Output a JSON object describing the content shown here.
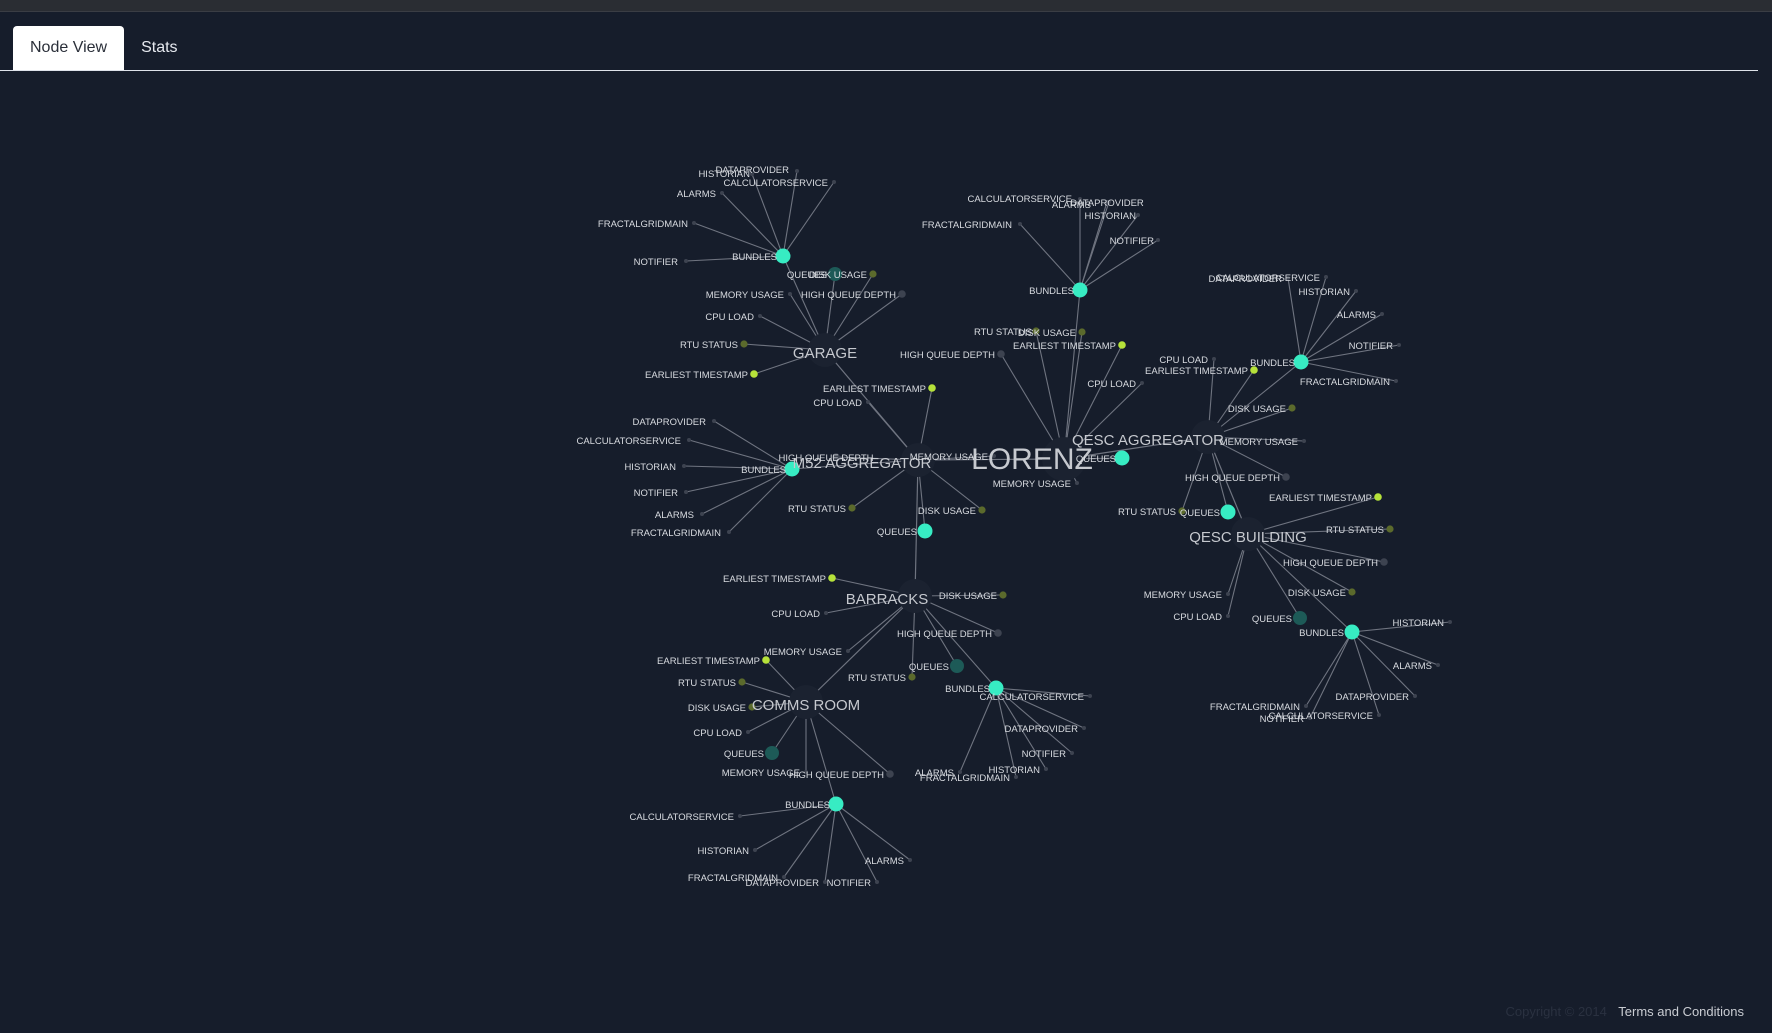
{
  "tabs": [
    {
      "label": "Node View",
      "active": true
    },
    {
      "label": "Stats",
      "active": false
    }
  ],
  "footer": {
    "copyright": "Copyright © 2014",
    "terms": "Terms and Conditions"
  },
  "colors": {
    "background": "#161d2b",
    "link": "#6f7480",
    "node_cyan": "#37ecc3",
    "node_teal": "#1d5a57",
    "node_green": "#b6e23a",
    "node_olive": "#5b6a2c",
    "node_gray": "#3d4350",
    "hub": "#1b2230",
    "label": "#d8dbe0",
    "hub_label": "#c6c9cf"
  },
  "graph": {
    "hubs": [
      {
        "id": "lorenz",
        "label": "LORENZ",
        "size": "xl"
      },
      {
        "id": "garage",
        "label": "GARAGE",
        "size": "l"
      },
      {
        "id": "m52",
        "label": "M52 AGGREGATOR",
        "size": "l"
      },
      {
        "id": "qesc_agg",
        "label": "QESC AGGREGATOR",
        "size": "l"
      },
      {
        "id": "qesc_bld",
        "label": "QESC BUILDING",
        "size": "l"
      },
      {
        "id": "barracks",
        "label": "BARRACKS",
        "size": "l"
      },
      {
        "id": "comms",
        "label": "COMMS ROOM",
        "size": "l"
      }
    ],
    "nodes": [
      {
        "id": "lz_bundles",
        "label": "BUNDLES",
        "kind": "bundle",
        "parent": "lorenz"
      },
      {
        "id": "lz_b_calc",
        "label": "CALCULATORSERVICE",
        "kind": "leaf",
        "parent": "lz_bundles"
      },
      {
        "id": "lz_b_alarms",
        "label": "ALARMS",
        "kind": "leaf",
        "parent": "lz_bundles"
      },
      {
        "id": "lz_b_dp",
        "label": "DATAPROVIDER",
        "kind": "leaf",
        "parent": "lz_bundles"
      },
      {
        "id": "lz_b_hist",
        "label": "HISTORIAN",
        "kind": "leaf",
        "parent": "lz_bundles"
      },
      {
        "id": "lz_b_notif",
        "label": "NOTIFIER",
        "kind": "leaf",
        "parent": "lz_bundles"
      },
      {
        "id": "lz_b_fgm",
        "label": "FRACTALGRIDMAIN",
        "kind": "leaf",
        "parent": "lz_bundles"
      },
      {
        "id": "lz_rtu",
        "label": "RTU STATUS",
        "kind": "olive",
        "parent": "lorenz"
      },
      {
        "id": "lz_disk",
        "label": "DISK USAGE",
        "kind": "olive",
        "parent": "lorenz"
      },
      {
        "id": "lz_early",
        "label": "EARLIEST TIMESTAMP",
        "kind": "green",
        "parent": "lorenz"
      },
      {
        "id": "lz_hqd",
        "label": "HIGH QUEUE DEPTH",
        "kind": "gray",
        "parent": "lorenz"
      },
      {
        "id": "lz_cpu",
        "label": "CPU LOAD",
        "kind": "leaf",
        "parent": "lorenz"
      },
      {
        "id": "lz_queues",
        "label": "QUEUES",
        "kind": "bundle",
        "parent": "lorenz"
      },
      {
        "id": "lz_mem",
        "label": "MEMORY USAGE",
        "kind": "leaf",
        "parent": "lorenz"
      },
      {
        "id": "ga_bundles",
        "label": "BUNDLES",
        "kind": "bundle",
        "parent": "garage"
      },
      {
        "id": "ga_b_dp",
        "label": "DATAPROVIDER",
        "kind": "leaf",
        "parent": "ga_bundles"
      },
      {
        "id": "ga_b_hist",
        "label": "HISTORIAN",
        "kind": "leaf",
        "parent": "ga_bundles"
      },
      {
        "id": "ga_b_calc",
        "label": "CALCULATORSERVICE",
        "kind": "leaf",
        "parent": "ga_bundles"
      },
      {
        "id": "ga_b_alarms",
        "label": "ALARMS",
        "kind": "leaf",
        "parent": "ga_bundles"
      },
      {
        "id": "ga_b_fgm",
        "label": "FRACTALGRIDMAIN",
        "kind": "leaf",
        "parent": "ga_bundles"
      },
      {
        "id": "ga_b_notif",
        "label": "NOTIFIER",
        "kind": "leaf",
        "parent": "ga_bundles"
      },
      {
        "id": "ga_queues",
        "label": "QUEUES",
        "kind": "teal",
        "parent": "garage"
      },
      {
        "id": "ga_disk",
        "label": "DISK USAGE",
        "kind": "olive",
        "parent": "garage"
      },
      {
        "id": "ga_mem",
        "label": "MEMORY USAGE",
        "kind": "leaf",
        "parent": "garage"
      },
      {
        "id": "ga_hqd",
        "label": "HIGH QUEUE DEPTH",
        "kind": "gray",
        "parent": "garage"
      },
      {
        "id": "ga_cpu",
        "label": "CPU LOAD",
        "kind": "leaf",
        "parent": "garage"
      },
      {
        "id": "ga_rtu",
        "label": "RTU STATUS",
        "kind": "olive",
        "parent": "garage"
      },
      {
        "id": "ga_early",
        "label": "EARLIEST TIMESTAMP",
        "kind": "green",
        "parent": "garage"
      },
      {
        "id": "m_early",
        "label": "EARLIEST TIMESTAMP",
        "kind": "green",
        "parent": "m52"
      },
      {
        "id": "m_cpu",
        "label": "CPU LOAD",
        "kind": "leaf",
        "parent": "m52"
      },
      {
        "id": "m_bundles",
        "label": "BUNDLES",
        "kind": "bundle",
        "parent": "m52"
      },
      {
        "id": "m_b_dp",
        "label": "DATAPROVIDER",
        "kind": "leaf",
        "parent": "m_bundles"
      },
      {
        "id": "m_b_calc",
        "label": "CALCULATORSERVICE",
        "kind": "leaf",
        "parent": "m_bundles"
      },
      {
        "id": "m_b_hist",
        "label": "HISTORIAN",
        "kind": "leaf",
        "parent": "m_bundles"
      },
      {
        "id": "m_b_notif",
        "label": "NOTIFIER",
        "kind": "leaf",
        "parent": "m_bundles"
      },
      {
        "id": "m_b_alarms",
        "label": "ALARMS",
        "kind": "leaf",
        "parent": "m_bundles"
      },
      {
        "id": "m_b_fgm",
        "label": "FRACTALGRIDMAIN",
        "kind": "leaf",
        "parent": "m_bundles"
      },
      {
        "id": "m_hqd",
        "label": "HIGH QUEUE DEPTH",
        "kind": "gray",
        "parent": "m52"
      },
      {
        "id": "m_mem",
        "label": "MEMORY USAGE",
        "kind": "leaf",
        "parent": "m52"
      },
      {
        "id": "m_rtu",
        "label": "RTU STATUS",
        "kind": "olive",
        "parent": "m52"
      },
      {
        "id": "m_disk",
        "label": "DISK USAGE",
        "kind": "olive",
        "parent": "m52"
      },
      {
        "id": "m_queues",
        "label": "QUEUES",
        "kind": "bundle",
        "parent": "m52"
      },
      {
        "id": "qa_bundles",
        "label": "BUNDLES",
        "kind": "bundle",
        "parent": "qesc_agg"
      },
      {
        "id": "qa_b_calc",
        "label": "CALCULATORSERVICE",
        "kind": "leaf",
        "parent": "qa_bundles"
      },
      {
        "id": "qa_b_dp",
        "label": "DATAPROVIDER",
        "kind": "leaf",
        "parent": "qa_bundles"
      },
      {
        "id": "qa_b_hist",
        "label": "HISTORIAN",
        "kind": "leaf",
        "parent": "qa_bundles"
      },
      {
        "id": "qa_b_alarms",
        "label": "ALARMS",
        "kind": "leaf",
        "parent": "qa_bundles"
      },
      {
        "id": "qa_b_notif",
        "label": "NOTIFIER",
        "kind": "leaf",
        "parent": "qa_bundles"
      },
      {
        "id": "qa_b_fgm",
        "label": "FRACTALGRIDMAIN",
        "kind": "leaf",
        "parent": "qa_bundles"
      },
      {
        "id": "qa_cpu",
        "label": "CPU LOAD",
        "kind": "leaf",
        "parent": "qesc_agg"
      },
      {
        "id": "qa_early",
        "label": "EARLIEST TIMESTAMP",
        "kind": "green",
        "parent": "qesc_agg"
      },
      {
        "id": "qa_disk",
        "label": "DISK USAGE",
        "kind": "olive",
        "parent": "qesc_agg"
      },
      {
        "id": "qa_mem",
        "label": "MEMORY USAGE",
        "kind": "leaf",
        "parent": "qesc_agg"
      },
      {
        "id": "qa_hqd",
        "label": "HIGH QUEUE DEPTH",
        "kind": "gray",
        "parent": "qesc_agg"
      },
      {
        "id": "qa_rtu",
        "label": "RTU STATUS",
        "kind": "olive",
        "parent": "qesc_agg"
      },
      {
        "id": "qa_queues",
        "label": "QUEUES",
        "kind": "bundle",
        "parent": "qesc_agg"
      },
      {
        "id": "qb_early",
        "label": "EARLIEST TIMESTAMP",
        "kind": "green",
        "parent": "qesc_bld"
      },
      {
        "id": "qb_rtu",
        "label": "RTU STATUS",
        "kind": "olive",
        "parent": "qesc_bld"
      },
      {
        "id": "qb_hqd",
        "label": "HIGH QUEUE DEPTH",
        "kind": "gray",
        "parent": "qesc_bld"
      },
      {
        "id": "qb_mem",
        "label": "MEMORY USAGE",
        "kind": "leaf",
        "parent": "qesc_bld"
      },
      {
        "id": "qb_disk",
        "label": "DISK USAGE",
        "kind": "olive",
        "parent": "qesc_bld"
      },
      {
        "id": "qb_cpu",
        "label": "CPU LOAD",
        "kind": "leaf",
        "parent": "qesc_bld"
      },
      {
        "id": "qb_queues",
        "label": "QUEUES",
        "kind": "teal",
        "parent": "qesc_bld"
      },
      {
        "id": "qb_bundles",
        "label": "BUNDLES",
        "kind": "bundle",
        "parent": "qesc_bld"
      },
      {
        "id": "qb_b_hist",
        "label": "HISTORIAN",
        "kind": "leaf",
        "parent": "qb_bundles"
      },
      {
        "id": "qb_b_alarms",
        "label": "ALARMS",
        "kind": "leaf",
        "parent": "qb_bundles"
      },
      {
        "id": "qb_b_dp",
        "label": "DATAPROVIDER",
        "kind": "leaf",
        "parent": "qb_bundles"
      },
      {
        "id": "qb_b_fgm",
        "label": "FRACTALGRIDMAIN",
        "kind": "leaf",
        "parent": "qb_bundles"
      },
      {
        "id": "qb_b_calc",
        "label": "CALCULATORSERVICE",
        "kind": "leaf",
        "parent": "qb_bundles"
      },
      {
        "id": "qb_b_notif",
        "label": "NOTIFIER",
        "kind": "leaf",
        "parent": "qb_bundles"
      },
      {
        "id": "ba_early",
        "label": "EARLIEST TIMESTAMP",
        "kind": "green",
        "parent": "barracks"
      },
      {
        "id": "ba_disk",
        "label": "DISK USAGE",
        "kind": "olive",
        "parent": "barracks"
      },
      {
        "id": "ba_cpu",
        "label": "CPU LOAD",
        "kind": "leaf",
        "parent": "barracks"
      },
      {
        "id": "ba_hqd",
        "label": "HIGH QUEUE DEPTH",
        "kind": "gray",
        "parent": "barracks"
      },
      {
        "id": "ba_mem",
        "label": "MEMORY USAGE",
        "kind": "leaf",
        "parent": "barracks"
      },
      {
        "id": "ba_queues",
        "label": "QUEUES",
        "kind": "teal",
        "parent": "barracks"
      },
      {
        "id": "ba_rtu",
        "label": "RTU STATUS",
        "kind": "olive",
        "parent": "barracks"
      },
      {
        "id": "ba_bundles",
        "label": "BUNDLES",
        "kind": "bundle",
        "parent": "barracks"
      },
      {
        "id": "ba_b_calc",
        "label": "CALCULATORSERVICE",
        "kind": "leaf",
        "parent": "ba_bundles"
      },
      {
        "id": "ba_b_dp",
        "label": "DATAPROVIDER",
        "kind": "leaf",
        "parent": "ba_bundles"
      },
      {
        "id": "ba_b_notif",
        "label": "NOTIFIER",
        "kind": "leaf",
        "parent": "ba_bundles"
      },
      {
        "id": "ba_b_hist",
        "label": "HISTORIAN",
        "kind": "leaf",
        "parent": "ba_bundles"
      },
      {
        "id": "ba_b_alarms",
        "label": "ALARMS",
        "kind": "leaf",
        "parent": "ba_bundles"
      },
      {
        "id": "ba_b_fgm",
        "label": "FRACTALGRIDMAIN",
        "kind": "leaf",
        "parent": "ba_bundles"
      },
      {
        "id": "co_early",
        "label": "EARLIEST TIMESTAMP",
        "kind": "green",
        "parent": "comms"
      },
      {
        "id": "co_rtu",
        "label": "RTU STATUS",
        "kind": "olive",
        "parent": "comms"
      },
      {
        "id": "co_disk",
        "label": "DISK USAGE",
        "kind": "olive",
        "parent": "comms"
      },
      {
        "id": "co_cpu",
        "label": "CPU LOAD",
        "kind": "leaf",
        "parent": "comms"
      },
      {
        "id": "co_queues",
        "label": "QUEUES",
        "kind": "teal",
        "parent": "comms"
      },
      {
        "id": "co_mem",
        "label": "MEMORY USAGE",
        "kind": "leaf",
        "parent": "comms"
      },
      {
        "id": "co_hqd",
        "label": "HIGH QUEUE DEPTH",
        "kind": "gray",
        "parent": "comms"
      },
      {
        "id": "co_bundles",
        "label": "BUNDLES",
        "kind": "bundle",
        "parent": "comms"
      },
      {
        "id": "co_b_calc",
        "label": "CALCULATORSERVICE",
        "kind": "leaf",
        "parent": "co_bundles"
      },
      {
        "id": "co_b_hist",
        "label": "HISTORIAN",
        "kind": "leaf",
        "parent": "co_bundles"
      },
      {
        "id": "co_b_fgm",
        "label": "FRACTALGRIDMAIN",
        "kind": "leaf",
        "parent": "co_bundles"
      },
      {
        "id": "co_b_dp",
        "label": "DATAPROVIDER",
        "kind": "leaf",
        "parent": "co_bundles"
      },
      {
        "id": "co_b_notif",
        "label": "NOTIFIER",
        "kind": "leaf",
        "parent": "co_bundles"
      },
      {
        "id": "co_b_alarms",
        "label": "ALARMS",
        "kind": "leaf",
        "parent": "co_bundles"
      }
    ],
    "edges": [
      [
        "lorenz",
        "m52"
      ],
      [
        "lorenz",
        "qesc_agg"
      ],
      [
        "m52",
        "garage"
      ],
      [
        "m52",
        "barracks"
      ],
      [
        "qesc_agg",
        "qesc_bld"
      ],
      [
        "barracks",
        "comms"
      ]
    ]
  }
}
